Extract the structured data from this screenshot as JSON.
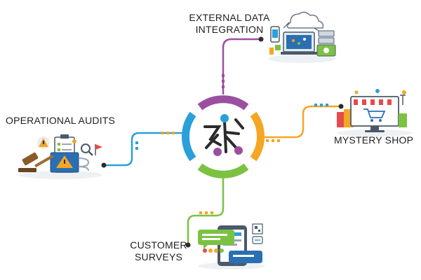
{
  "hub": {
    "colors": {
      "top": "#9b4fa0",
      "right": "#f5a623",
      "bottom": "#7cc242",
      "left": "#2b9fd9",
      "mark": "#2b2b2b"
    }
  },
  "branches": {
    "external": {
      "line1": "EXTERNAL DATA",
      "line2": "INTEGRATION",
      "icon": "cloud-data-integration-icon",
      "color": "#9b4fa0"
    },
    "operational": {
      "label": "OPERATIONAL AUDITS",
      "icon": "audit-clipboard-gavel-icon",
      "color": "#2b9fd9"
    },
    "mystery": {
      "label": "MYSTERY SHOP",
      "icon": "online-shop-monitor-icon",
      "color": "#f5a623"
    },
    "customer": {
      "line1": "CUSTOMER",
      "line2": "SURVEYS",
      "icon": "survey-phone-rating-icon",
      "color": "#7cc242"
    }
  }
}
